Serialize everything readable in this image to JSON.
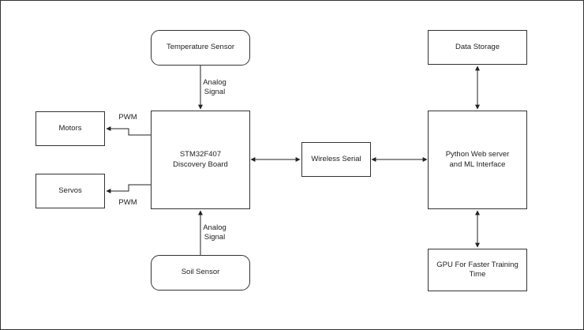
{
  "diagram": {
    "nodes": {
      "temperature_sensor": "Temperature Sensor",
      "stm32": "STM32F407\nDiscovery Board",
      "soil_sensor": "Soil Sensor",
      "motors": "Motors",
      "servos": "Servos",
      "wireless_serial": "Wireless Serial",
      "data_storage": "Data Storage",
      "python_server": "Python Web server\nand ML Interface",
      "gpu": "GPU For Faster Training Time"
    },
    "edge_labels": {
      "temp_to_stm": "Analog\nSignal",
      "soil_to_stm": "Analog\nSignal",
      "stm_to_motors": "PWM",
      "stm_to_servos": "PWM"
    },
    "edges": [
      {
        "from": "temperature_sensor",
        "to": "stm32",
        "direction": "forward"
      },
      {
        "from": "soil_sensor",
        "to": "stm32",
        "direction": "forward"
      },
      {
        "from": "stm32",
        "to": "motors",
        "direction": "forward"
      },
      {
        "from": "stm32",
        "to": "servos",
        "direction": "forward"
      },
      {
        "from": "stm32",
        "to": "wireless_serial",
        "direction": "both"
      },
      {
        "from": "wireless_serial",
        "to": "python_server",
        "direction": "both"
      },
      {
        "from": "python_server",
        "to": "data_storage",
        "direction": "both"
      },
      {
        "from": "python_server",
        "to": "gpu",
        "direction": "both"
      }
    ]
  }
}
